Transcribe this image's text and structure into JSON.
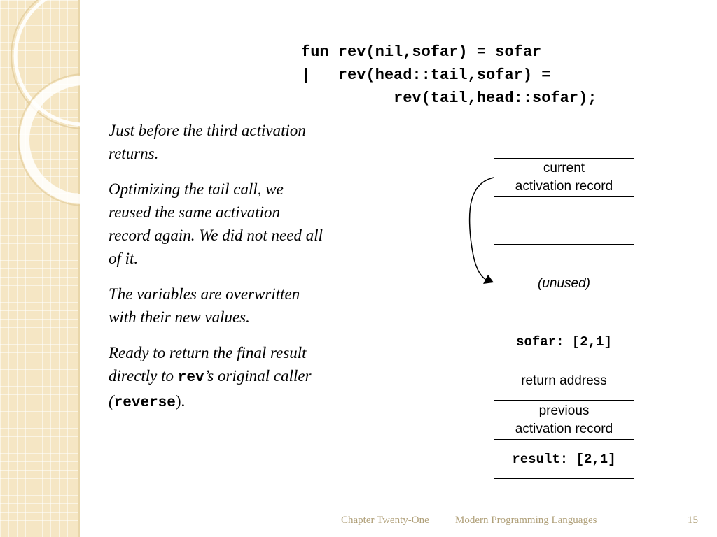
{
  "code": {
    "line1": "fun rev(nil,sofar) = sofar",
    "line2": "|   rev(head::tail,sofar) =",
    "line3": "          rev(tail,head::sofar);"
  },
  "notes": {
    "p1": "Just before the third activation returns.",
    "p2": "Optimizing the tail call, we reused the same activation record again. We did not need all of it.",
    "p3": "The variables are overwritten with their new values.",
    "p4_pre": "Ready to return the final result directly to ",
    "p4_code": "rev",
    "p4_mid": "’s original caller (",
    "p4_code2": "reverse",
    "p4_post": ")."
  },
  "diagram": {
    "current_line1": "current",
    "current_line2": "activation record",
    "unused": "(unused)",
    "sofar": "sofar: [2,1]",
    "return_address": "return address",
    "previous_line1": "previous",
    "previous_line2": "activation record",
    "result": "result: [2,1]"
  },
  "footer": {
    "chapter": "Chapter Twenty-One",
    "course": "Modern Programming Languages",
    "page": "15"
  }
}
